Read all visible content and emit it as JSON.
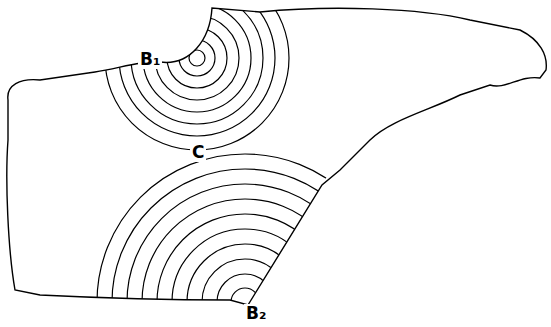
{
  "diagram": {
    "labels": [
      "B₁",
      "C",
      "B₂"
    ]
  }
}
